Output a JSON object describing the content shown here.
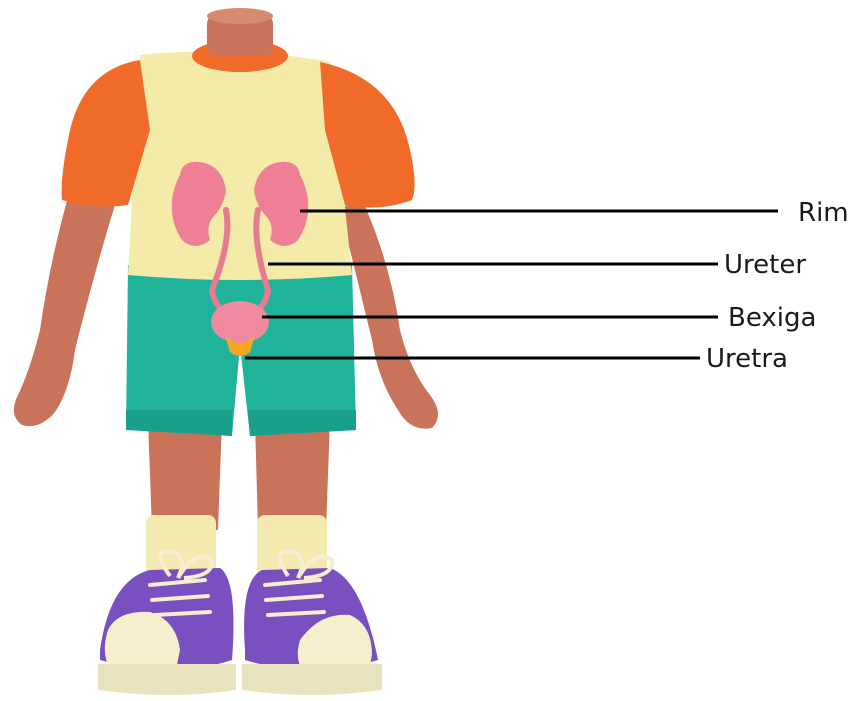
{
  "labels": {
    "rim": "Rim",
    "ureter": "Ureter",
    "bexiga": "Bexiga",
    "uretra": "Uretra"
  },
  "colors": {
    "skin": "#c9745a",
    "skin_shade": "#a85a43",
    "shirt": "#f4eba8",
    "sleeves": "#f06a2a",
    "shorts": "#1fb39a",
    "socks": "#f3eab0",
    "shoes": "#7a4fc0",
    "shoe_sole": "#f5efcf",
    "kidney": "#ee7f95",
    "bladder": "#f08aa0",
    "urethra": "#f5a623"
  }
}
